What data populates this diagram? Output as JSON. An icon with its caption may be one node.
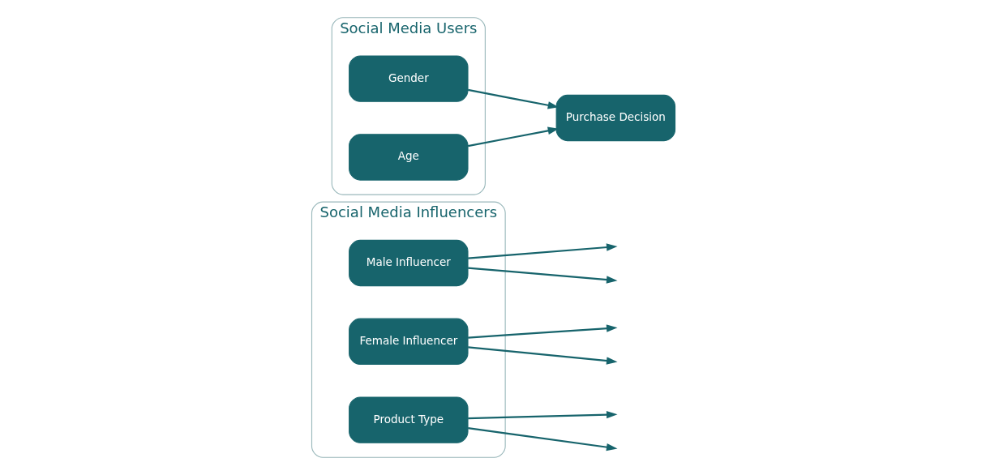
{
  "diagram": {
    "nodes": [
      {
        "text": [
          "Social Media Influencers"
        ]
      },
      {
        "text": [
          "Male Influencer"
        ],
        "in": 0
      },
      {
        "text": [
          "Female Influencer"
        ],
        "in": 0
      },
      {
        "text": [
          "Product Type"
        ],
        "in": 0
      },
      {
        "text": [
          "Social Media Users"
        ]
      },
      {
        "text": [
          "Gender"
        ],
        "in": 4
      },
      {
        "text": [
          "Age"
        ],
        "in": 4
      },
      {
        "text": [
          "Purchase Decision"
        ]
      }
    ],
    "edges": [
      {
        "from": 5,
        "to": 7,
        "arrow": "to"
      },
      {
        "from": 6,
        "to": 7,
        "arrow": "to"
      },
      {
        "from": 1,
        "to": null,
        "arrow": "to"
      },
      {
        "from": 1,
        "to": null,
        "arrow": "to"
      },
      {
        "from": 3,
        "to": null,
        "arrow": "to"
      },
      {
        "from": 3,
        "to": null,
        "arrow": "to"
      },
      {
        "from": 2,
        "to": null,
        "arrow": "to"
      },
      {
        "from": 2,
        "to": null,
        "arrow": "to"
      }
    ]
  }
}
